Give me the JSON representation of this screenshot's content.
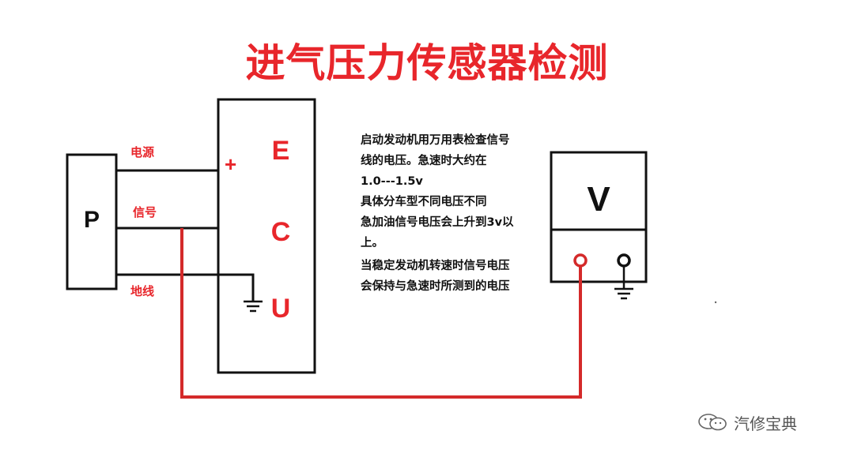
{
  "title": "进气压力传感器检测",
  "sensor": {
    "label": "P"
  },
  "ecu": {
    "letters": [
      "E",
      "C",
      "U"
    ],
    "plus_sign": "+"
  },
  "wires": {
    "power": "电源",
    "signal": "信号",
    "ground": "地线"
  },
  "meter": {
    "label": "V"
  },
  "notes": [
    "启动发动机用万用表检查信号",
    "线的电压。急速时大约在",
    "1.0---1.5v",
    "具体分车型不同电压不同",
    "急加油信号电压会上升到3v以",
    "上。",
    "当稳定发动机转速时信号电压",
    "会保持与急速时所测到的电压"
  ],
  "watermark": {
    "text": "汽修宝典",
    "icon": "wechat-icon"
  },
  "colors": {
    "accent": "#e8262b",
    "line": "#111111"
  }
}
